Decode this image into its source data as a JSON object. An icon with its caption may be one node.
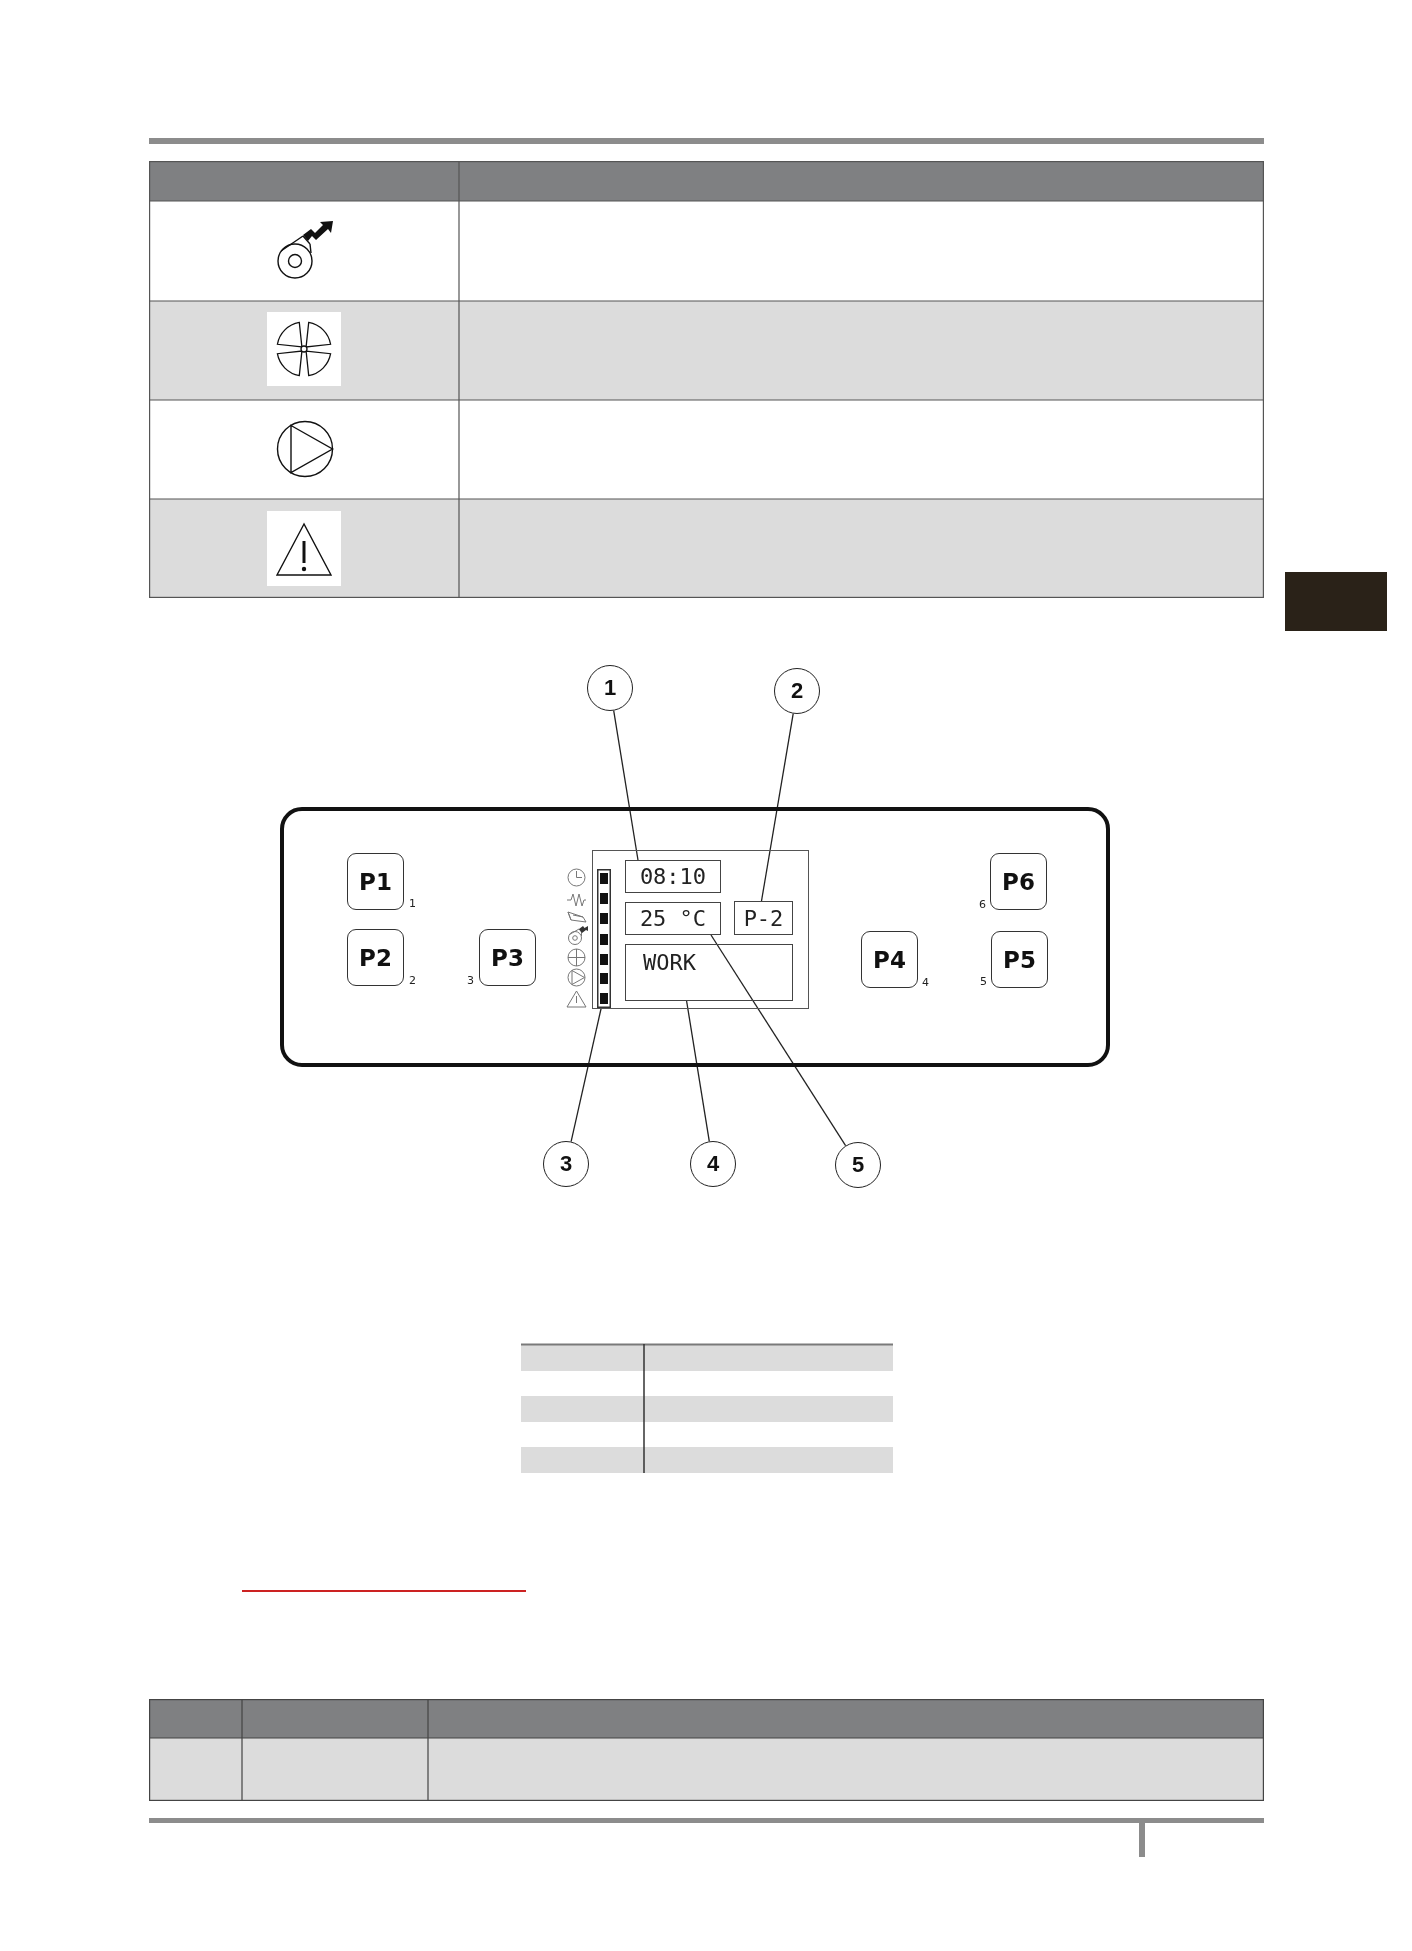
{
  "diagram": {
    "nodes": [
      {
        "text": [],
        "shape": "box"
      },
      {
        "text": [
          "1"
        ]
      },
      {
        "text": [
          "2"
        ]
      },
      {
        "text": [],
        "shape": "box"
      },
      {
        "text": [
          "P1"
        ],
        "beside": [
          "1"
        ],
        "in": 3
      },
      {
        "text": [
          "P2"
        ],
        "beside": [
          "2"
        ],
        "in": 3
      },
      {
        "text": [
          "P3"
        ],
        "beside": [
          "3"
        ],
        "in": 3
      },
      {
        "text": [],
        "shape": "box",
        "in": 3
      },
      {
        "text": [],
        "shape": "bar",
        "in": 7
      },
      {
        "text": [
          "08:10"
        ],
        "in": 7
      },
      {
        "text": [
          "25 °C"
        ],
        "in": 7
      },
      {
        "text": [
          "P-2"
        ],
        "in": 7
      },
      {
        "text": [
          "WORK"
        ],
        "in": 7
      },
      {
        "text": [
          "P4"
        ],
        "beside": [
          "4"
        ],
        "in": 3
      },
      {
        "text": [
          "P5"
        ],
        "beside": [
          "5"
        ],
        "in": 3
      },
      {
        "text": [
          "P6"
        ],
        "beside": [
          "6"
        ],
        "in": 3
      },
      {
        "text": [
          "3"
        ]
      },
      {
        "text": [
          "4"
        ]
      },
      {
        "text": [
          "5"
        ]
      }
    ],
    "edges": [
      {
        "from": 1,
        "to": 9,
        "arrow": "none"
      },
      {
        "from": 2,
        "to": 11,
        "arrow": "none"
      },
      {
        "from": 16,
        "to": 8,
        "arrow": "none"
      },
      {
        "from": 17,
        "to": 12,
        "arrow": "none"
      },
      {
        "from": 18,
        "to": 10,
        "arrow": "none"
      }
    ]
  }
}
